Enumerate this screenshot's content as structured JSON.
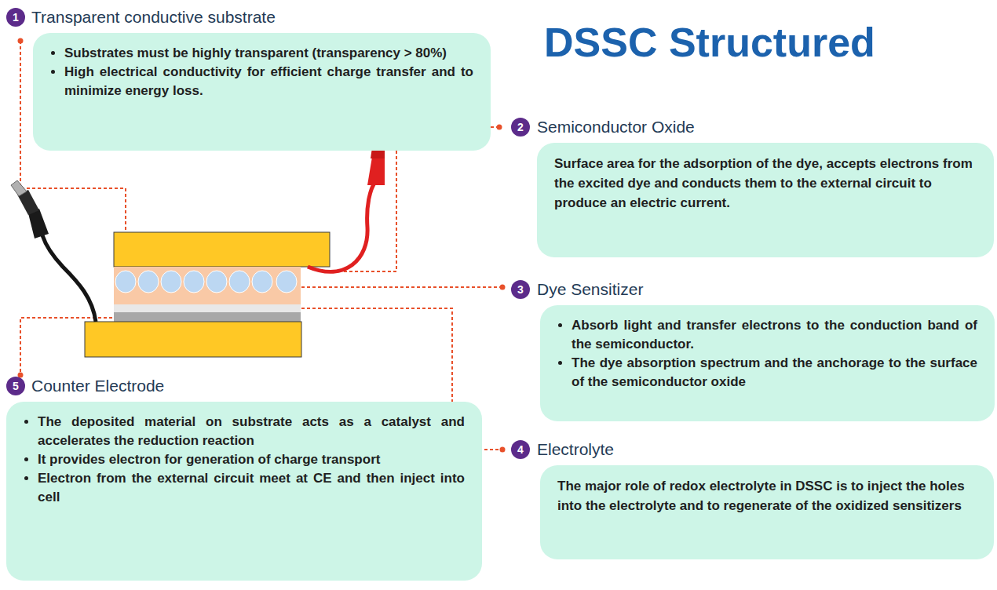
{
  "diagram": {
    "title": "DSSC Structured",
    "nodes": [
      {
        "text": [
          "Transparent conductive substrate",
          "Substrates must be highly transparent (transparency > 80%)",
          "High electrical conductivity  for efficient charge transfer and to minimize energy loss."
        ]
      },
      {
        "text": [
          "Semiconductor Oxide",
          "Surface area for the adsorption of the dye, accepts electrons from the excited dye and conducts them to the external circuit to produce an electric current."
        ]
      },
      {
        "text": [
          "Dye Sensitizer",
          "Absorb light and transfer electrons to the conduction band of the semiconductor.",
          "The dye absorption spectrum and the anchorage to the surface of the semiconductor oxide"
        ]
      },
      {
        "text": [
          "Electrolyte",
          "The major role of redox electrolyte in DSSC is to inject the holes into the electrolyte and to regenerate of the oxidized sensitizers"
        ]
      },
      {
        "text": [
          "Counter Electrode",
          "The deposited material on substrate acts as a catalyst and accelerates the reduction reaction",
          "It provides electron for generation of charge transport",
          "Electron from the external circuit meet at CE and then inject into cell"
        ]
      }
    ],
    "labels": [
      "1",
      "2",
      "3",
      "4",
      "5"
    ]
  }
}
